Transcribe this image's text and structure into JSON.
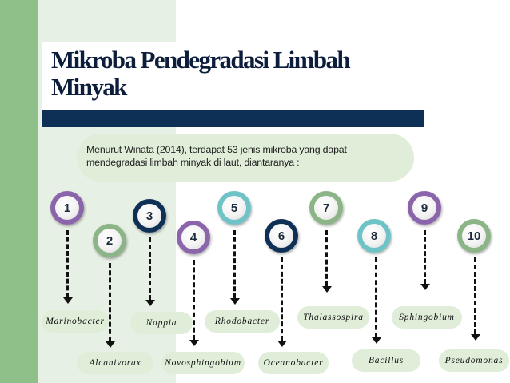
{
  "slide": {
    "title_line1": "Mikroba Pendegradasi Limbah",
    "title_line2": "Minyak",
    "intro_line1": "Menurut  Winata (2014), terdapat 53 jenis mikroba yang dapat",
    "intro_line2": "mendegradasi  limbah minyak di laut, diantaranya :"
  },
  "colors": {
    "purple": "#8b65ab",
    "green": "#8bb587",
    "navy": "#0f3056",
    "teal": "#6dc3c6",
    "pill": "#e0eed9"
  },
  "microbes": [
    {
      "number": "1",
      "name": "Marinobacter"
    },
    {
      "number": "2",
      "name": "Alcanivorax"
    },
    {
      "number": "3",
      "name": "Nappia"
    },
    {
      "number": "4",
      "name": "Novosphingobium"
    },
    {
      "number": "5",
      "name": "Rhodobacter"
    },
    {
      "number": "6",
      "name": "Oceanobacter"
    },
    {
      "number": "7",
      "name": "Thalassospira"
    },
    {
      "number": "8",
      "name": "Bacillus"
    },
    {
      "number": "9",
      "name": "Sphingobium"
    },
    {
      "number": "10",
      "name": "Pseudomonas"
    }
  ]
}
